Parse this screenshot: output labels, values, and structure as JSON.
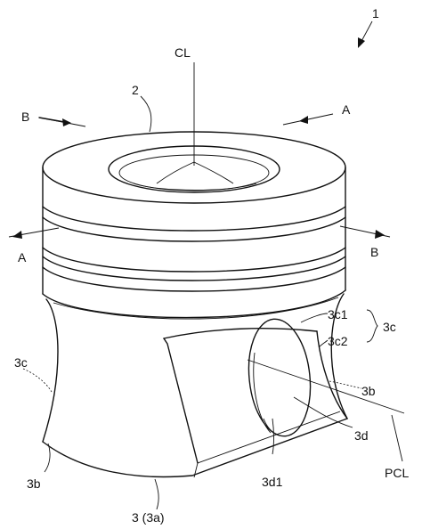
{
  "labels": {
    "fig_number": "1",
    "center_line": "CL",
    "crown": "2",
    "section_b": "B",
    "section_a": "A",
    "skirt_upper": "3c1",
    "skirt_group": "3c",
    "skirt_lower": "3c2",
    "skirt_left": "3c",
    "boss_right": "3b",
    "boss_left": "3b",
    "pin_hole": "3d",
    "pin_hole_edge": "3d1",
    "pin_center_line": "PCL",
    "body": "3 (3a)"
  }
}
